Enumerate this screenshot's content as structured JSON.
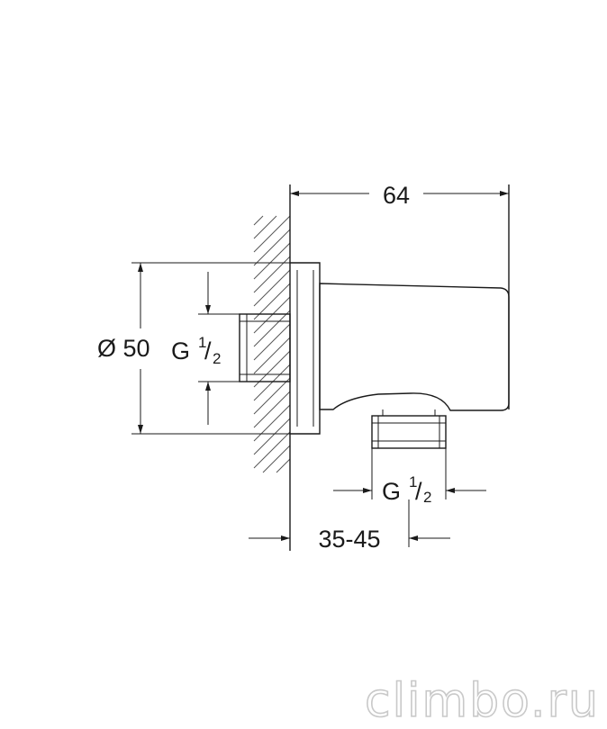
{
  "dimensions": {
    "length": "64",
    "diameter": "Ø 50",
    "wall_thread_g": "G",
    "wall_thread_num": "1",
    "wall_thread_slash": "/",
    "wall_thread_den": "2",
    "outlet_thread_g": "G",
    "outlet_thread_num": "1",
    "outlet_thread_slash": "/",
    "outlet_thread_den": "2",
    "depth_range": "35-45"
  },
  "watermark": "climbo.ru",
  "colors": {
    "line": "#1a1a1a",
    "hatch": "#555555",
    "watermark_outline": "#c9c9c9"
  }
}
